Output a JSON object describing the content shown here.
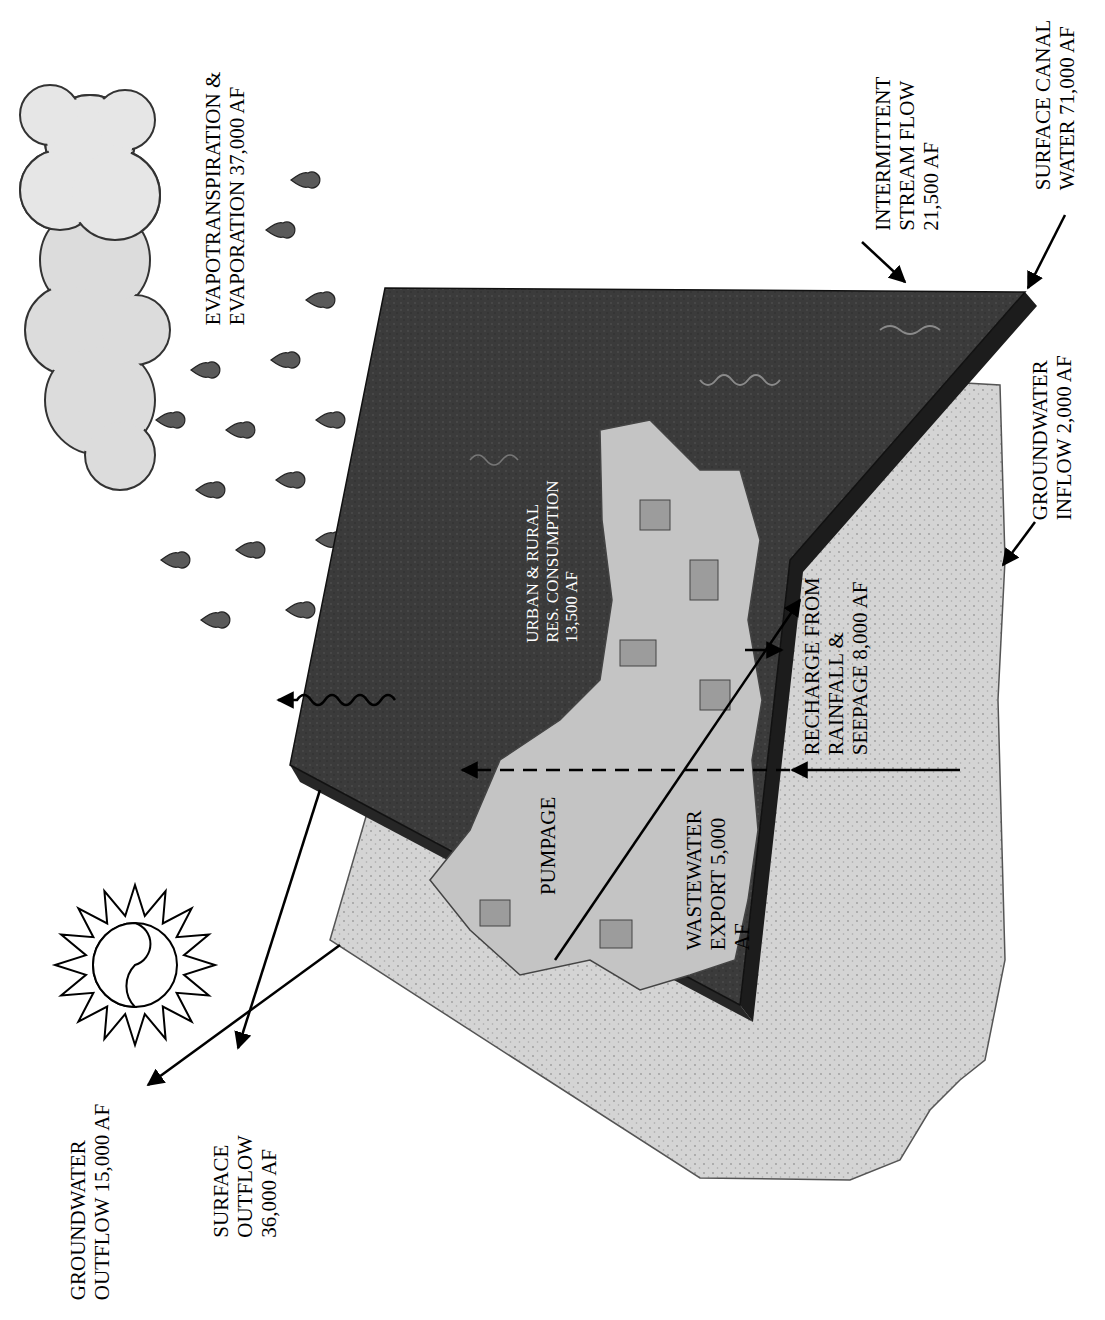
{
  "diagram": {
    "labels": [
      "EVAPOTRANSPIRATION & EVAPORATION 37,000 AF",
      "INTERMITTENT STREAM FLOW 21,500 AF",
      "SURFACE CANAL WATER 71,000 AF",
      "GROUNDWATER INFLOW 2,000 AF",
      "RECHARGE FROM RAINFALL & SEEPAGE 8,000 AF",
      "WASTEWATER EXPORT 5,000 AF",
      "URBAN & RURAL RES. CONSUMPTION 13,500 AF",
      "PUMPAGE",
      "SURFACE OUTFLOW 36,000 AF",
      "GROUNDWATER OUTFLOW 15,000 AF"
    ]
  }
}
